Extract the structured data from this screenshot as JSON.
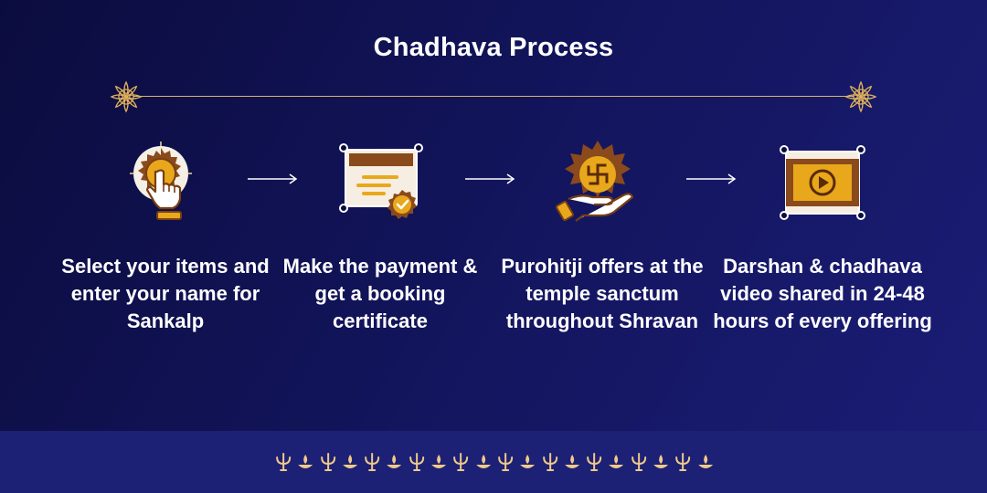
{
  "title": "Chadhava Process",
  "colors": {
    "background": "#12145a",
    "footer": "#1c2175",
    "gold": "#e9a81c",
    "accent_brown": "#8a4a1c",
    "text": "#ffffff"
  },
  "steps": [
    {
      "icon": "tap-hand-icon",
      "text": "Select your items and enter your name for Sankalp"
    },
    {
      "icon": "certificate-icon",
      "text": "Make the payment & get a booking certificate"
    },
    {
      "icon": "swastik-offering-icon",
      "text": "Purohitji offers at the temple sanctum throughout Shravan"
    },
    {
      "icon": "video-play-icon",
      "text": "Darshan & chadhava video shared in 24-48 hours of every offering"
    }
  ],
  "footer": {
    "motif_icon": "trishul-lamp-icon",
    "motif_count": 20
  }
}
